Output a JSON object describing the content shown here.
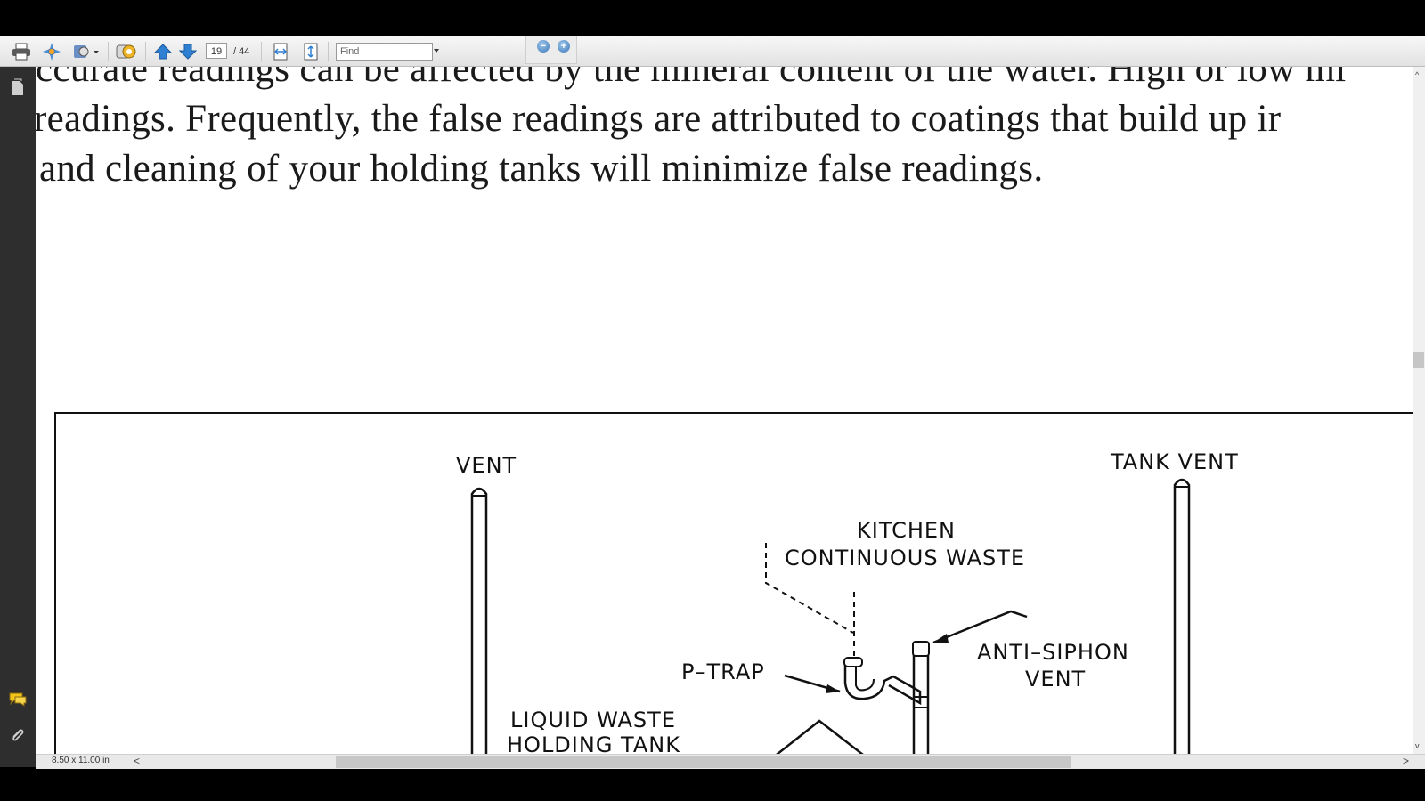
{
  "toolbar": {
    "page_current": "19",
    "page_total": "/ 44",
    "find_placeholder": "Find"
  },
  "document": {
    "lines": [
      "ccurate readings can be affected by the mineral content of the water. High or low mi",
      "readings. Frequently, the false readings are attributed to coatings that build up ir",
      "and cleaning of your holding tanks will minimize false readings."
    ],
    "diagram_labels": {
      "vent": "VENT",
      "tank_vent": "TANK VENT",
      "kitchen_1": "KITCHEN",
      "kitchen_2": "CONTINUOUS WASTE",
      "p_trap": "P–TRAP",
      "anti_siphon_1": "ANTI–SIPHON",
      "anti_siphon_2": "VENT",
      "liquid_1": "LIQUID WASTE",
      "liquid_2": "HOLDING TANK"
    }
  },
  "statusbar": {
    "page_size": "8.50 x 11.00 in",
    "scroll_left": "<",
    "scroll_right": ">"
  },
  "icons": {
    "print": "printer-icon",
    "tools": "gear-icon",
    "share": "share-icon",
    "export": "export-icon",
    "prev": "arrow-up-icon",
    "next": "arrow-down-icon",
    "fit_width": "fit-width-icon",
    "fit_page": "fit-page-icon",
    "zoom_out": "zoom-out-icon",
    "zoom_in": "zoom-in-icon"
  }
}
